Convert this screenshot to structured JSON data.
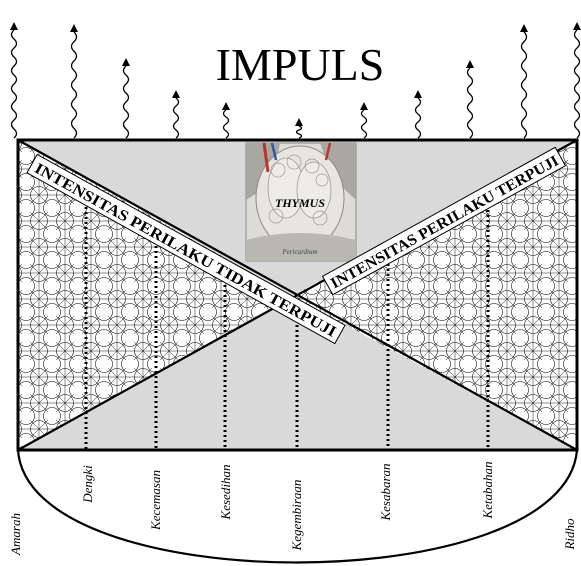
{
  "title": "IMPULS",
  "organ_label": "THYMUS",
  "organ_sublabel": "Pericardium",
  "band_left": "INTENSITAS PERILAKU TIDAK TERPUJI",
  "band_right": "INTENSITAS PERILAKU TERPUJI",
  "scale_labels": [
    "Amarah",
    "Dengki",
    "Kecemasan",
    "Kesedihan",
    "Kegembiraan",
    "Kesabaran",
    "Ketabahan",
    "Ridho"
  ],
  "colors": {
    "box_fill": "#d9d9d9",
    "outline": "#000000",
    "band_fill": "#ffffff",
    "organ_tissue": "#dcdcd4",
    "organ_dark": "#9a9a94"
  }
}
